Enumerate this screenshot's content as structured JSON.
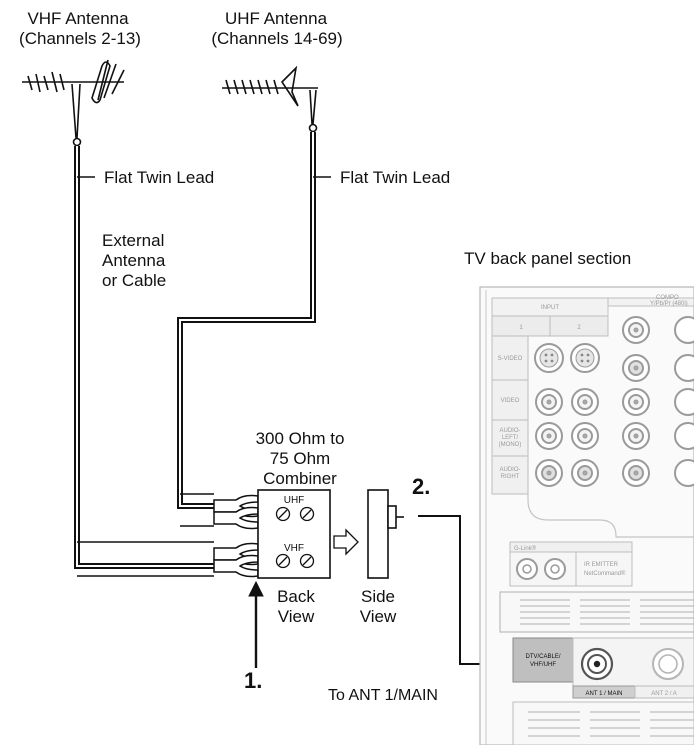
{
  "antennas": {
    "vhf": {
      "title": "VHF Antenna",
      "channels": "(Channels 2-13)"
    },
    "uhf": {
      "title": "UHF Antenna",
      "channels": "(Channels 14-69)"
    }
  },
  "leads": {
    "vhf_lead": "Flat Twin Lead",
    "uhf_lead": "Flat Twin Lead"
  },
  "external": {
    "line1": "External",
    "line2": "Antenna",
    "line3": "or Cable"
  },
  "combiner": {
    "line1": "300 Ohm to",
    "line2": "75 Ohm",
    "line3": "Combiner",
    "uhf": "UHF",
    "vhf": "VHF"
  },
  "views": {
    "back1": "Back",
    "back2": "View",
    "side1": "Side",
    "side2": "View"
  },
  "steps": {
    "step1": "1.",
    "step2": "2."
  },
  "to_ant": "To ANT 1/MAIN",
  "panel": {
    "title": "TV back panel section",
    "input": "INPUT",
    "compo": "COMPO",
    "compo_sub": "Y/Pb/Pr (480i)",
    "col1": "1",
    "col2": "2",
    "svideo": "S-VIDEO",
    "video": "VIDEO",
    "audio_left_1": "AUDIO-",
    "audio_left_2": "LEFT/",
    "audio_left_3": "(MONO)",
    "audio_right_1": "AUDIO-",
    "audio_right_2": "RIGHT",
    "glink": "G-Link®",
    "ir1": "IR EMITTER",
    "ir2": "NetCommand®",
    "dtv1": "DTV/CABLE/",
    "dtv2": "VHF/UHF",
    "ant1": "ANT 1 / MAIN",
    "ant2": "ANT 2 / A"
  }
}
